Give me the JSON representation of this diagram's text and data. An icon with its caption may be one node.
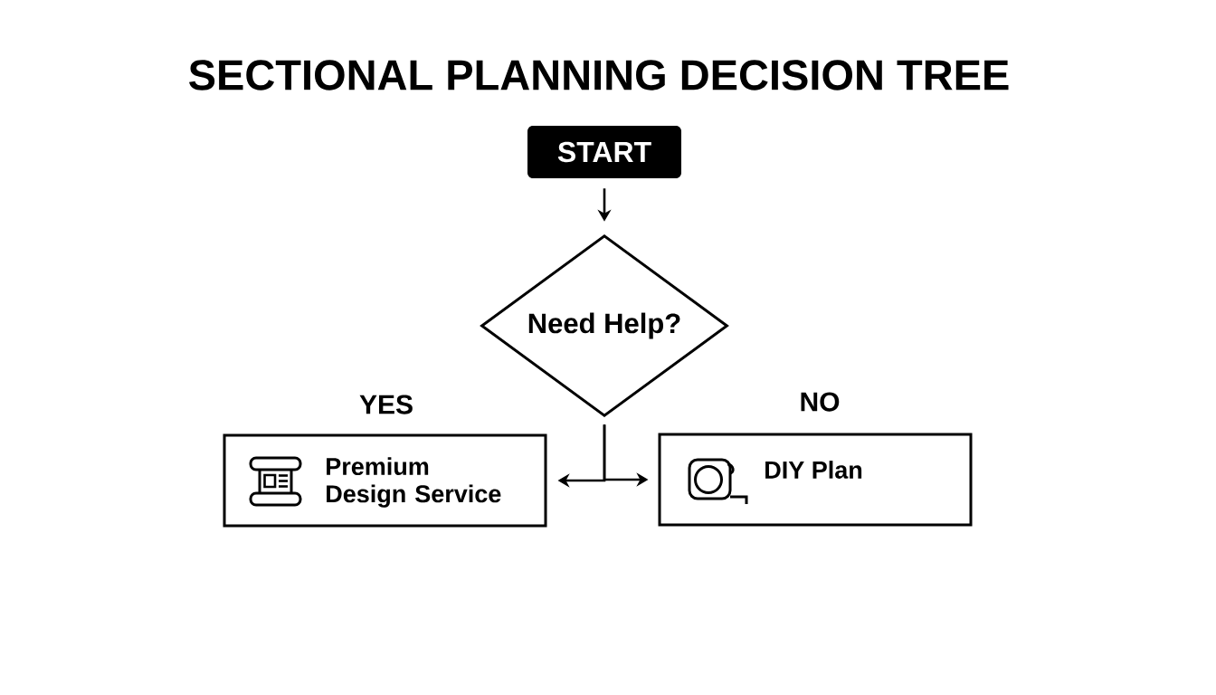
{
  "diagram": {
    "title": "SECTIONAL PLANNING DECISION TREE",
    "nodes": [
      {
        "text": [
          "START"
        ]
      },
      {
        "text": [
          "Need Help?"
        ]
      },
      {
        "text": [
          "Premium Design Service"
        ],
        "beside": [
          "YES"
        ]
      },
      {
        "text": [
          "DIY Plan"
        ],
        "beside": [
          "NO"
        ]
      }
    ],
    "edges": [
      {
        "from": 0,
        "to": 1,
        "arrow": "to"
      },
      {
        "from": 1,
        "to": 2,
        "arrow": "to"
      },
      {
        "from": 1,
        "to": 3,
        "arrow": "to"
      }
    ]
  }
}
